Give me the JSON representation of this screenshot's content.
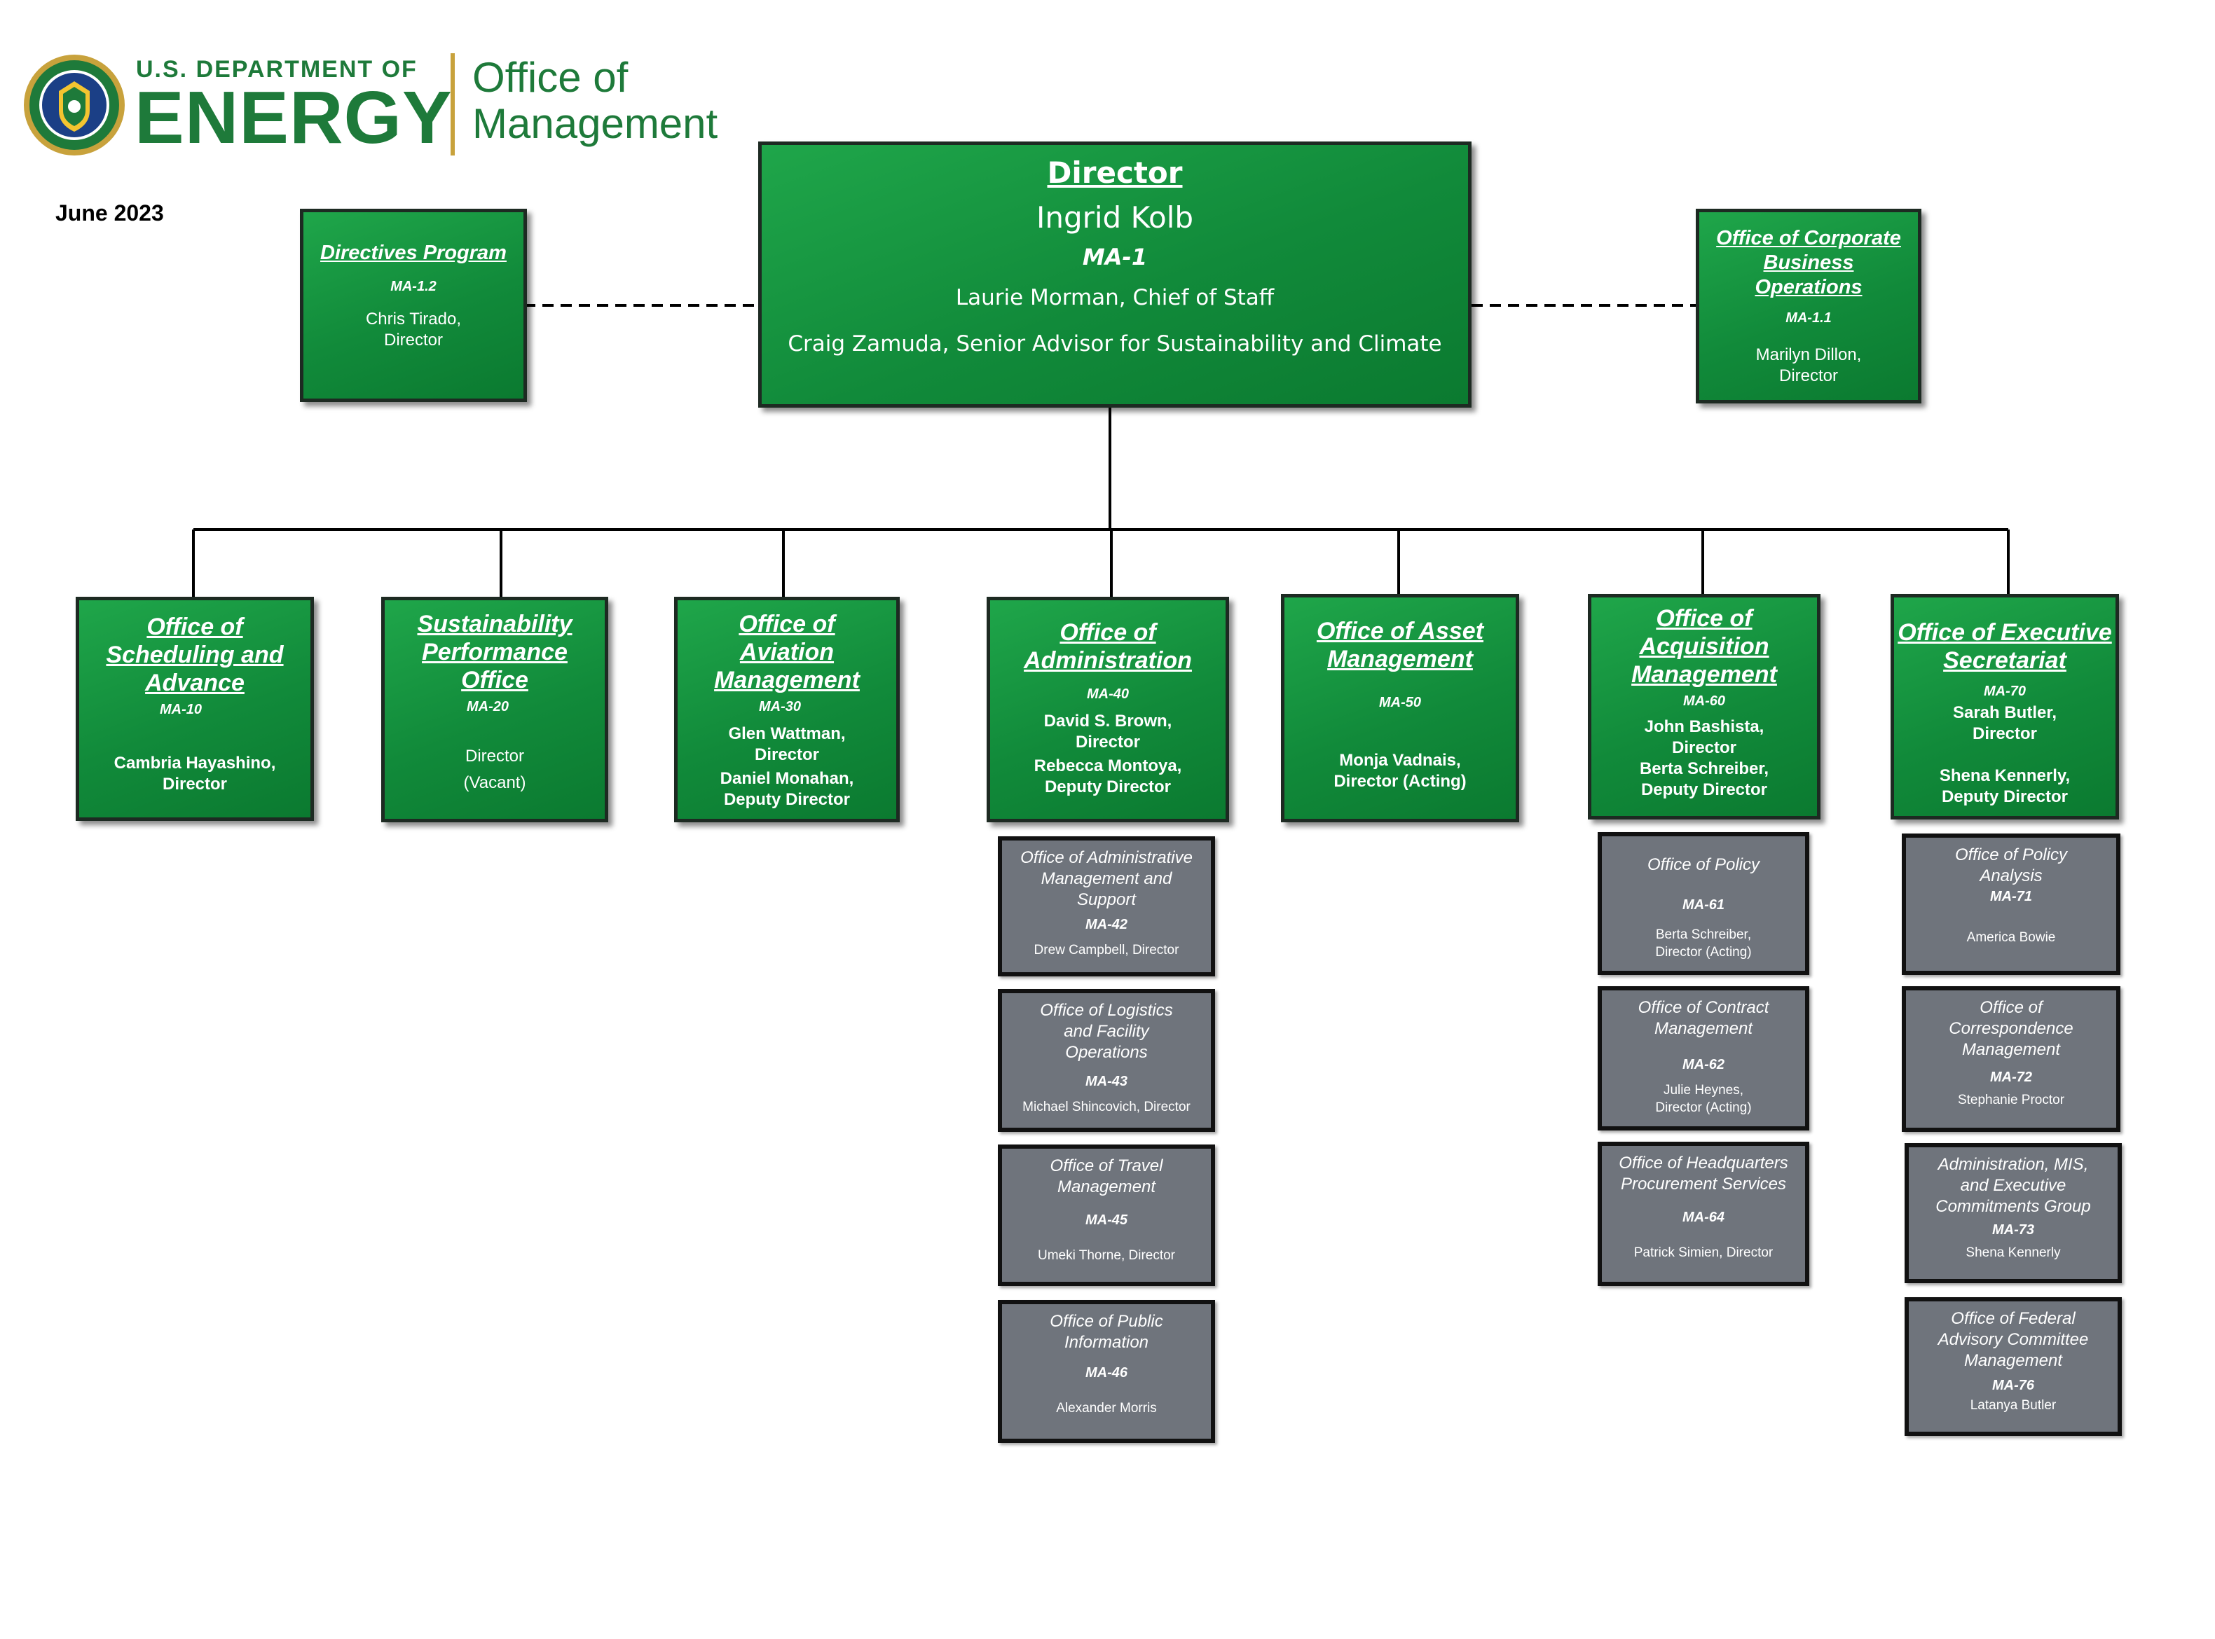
{
  "header": {
    "dept_line": "U.S. DEPARTMENT OF",
    "agency": "ENERGY",
    "office_line1": "Office of",
    "office_line2": "Management",
    "date": "June 2023"
  },
  "colors": {
    "green": "#119040",
    "gray": "#6f747c",
    "brand_green": "#1e7a3a",
    "gold": "#c8a23c"
  },
  "director": {
    "title": "Director",
    "name": "Ingrid Kolb",
    "code": "MA-1",
    "chief_of_staff": "Laurie Morman, Chief of Staff",
    "senior_advisor": "Craig Zamuda, Senior Advisor for Sustainability and Climate"
  },
  "staff_left": {
    "title": "Directives Program",
    "code": "MA-1.2",
    "people": [
      "Chris Tirado,",
      "Director"
    ]
  },
  "staff_right": {
    "title_lines": [
      "Office of Corporate",
      "Business",
      "Operations"
    ],
    "code": "MA-1.1",
    "people": [
      "Marilyn Dillon,",
      "Director"
    ]
  },
  "offices": [
    {
      "title_lines": [
        "Office of",
        "Scheduling and",
        "Advance"
      ],
      "code": "MA-10",
      "people": [
        "Cambria Hayashino,",
        "Director"
      ]
    },
    {
      "title_lines": [
        "Sustainability",
        "Performance",
        "Office"
      ],
      "code": "MA-20",
      "people": [
        "Director",
        "(Vacant)"
      ]
    },
    {
      "title_lines": [
        "Office of",
        "Aviation",
        "Management"
      ],
      "code": "MA-30",
      "people": [
        "Glen Wattman,",
        "Director",
        "Daniel Monahan,",
        "Deputy Director"
      ]
    },
    {
      "title_lines": [
        "Office of",
        "Administration"
      ],
      "code": "MA-40",
      "people": [
        "David S. Brown,",
        "Director",
        "Rebecca Montoya,",
        "Deputy Director"
      ]
    },
    {
      "title_lines": [
        "Office of Asset",
        "Management"
      ],
      "code": "MA-50",
      "people": [
        "Monja Vadnais,",
        "Director (Acting)"
      ]
    },
    {
      "title_lines": [
        "Office of",
        "Acquisition",
        "Management"
      ],
      "code": "MA-60",
      "people": [
        "John Bashista,",
        "Director",
        "Berta Schreiber,",
        "Deputy Director"
      ]
    },
    {
      "title_lines": [
        "Office of Executive",
        "Secretariat"
      ],
      "code": "MA-70",
      "people": [
        "Sarah Butler,",
        "Director",
        "Shena Kennerly,",
        "Deputy Director"
      ]
    }
  ],
  "sub40": [
    {
      "title_lines": [
        "Office of Administrative",
        "Management and",
        "Support"
      ],
      "code": "MA-42",
      "people": [
        "Drew Campbell, Director"
      ]
    },
    {
      "title_lines": [
        "Office of Logistics",
        "and Facility",
        "Operations"
      ],
      "code": "MA-43",
      "people": [
        "Michael Shincovich, Director"
      ]
    },
    {
      "title_lines": [
        "Office of Travel",
        "Management"
      ],
      "code": "MA-45",
      "people": [
        "Umeki Thorne, Director"
      ]
    },
    {
      "title_lines": [
        "Office of Public",
        "Information"
      ],
      "code": "MA-46",
      "people": [
        "Alexander Morris"
      ]
    }
  ],
  "sub60": [
    {
      "title_lines": [
        "Office of Policy"
      ],
      "code": "MA-61",
      "people": [
        "Berta Schreiber,",
        "Director (Acting)"
      ]
    },
    {
      "title_lines": [
        "Office of Contract",
        "Management"
      ],
      "code": "MA-62",
      "people": [
        "Julie Heynes,",
        "Director (Acting)"
      ]
    },
    {
      "title_lines": [
        "Office of Headquarters",
        "Procurement Services"
      ],
      "code": "MA-64",
      "people": [
        "Patrick Simien, Director"
      ]
    }
  ],
  "sub70": [
    {
      "title_lines": [
        "Office of Policy",
        "Analysis"
      ],
      "code": "MA-71",
      "people": [
        "America Bowie"
      ]
    },
    {
      "title_lines": [
        "Office of",
        "Correspondence",
        "Management"
      ],
      "code": "MA-72",
      "people": [
        "Stephanie Proctor"
      ]
    },
    {
      "title_lines": [
        "Administration, MIS,",
        "and Executive",
        "Commitments Group"
      ],
      "code": "MA-73",
      "people": [
        "Shena Kennerly"
      ]
    },
    {
      "title_lines": [
        "Office of Federal",
        "Advisory Committee",
        "Management"
      ],
      "code": "MA-76",
      "people": [
        "Latanya Butler"
      ]
    }
  ]
}
